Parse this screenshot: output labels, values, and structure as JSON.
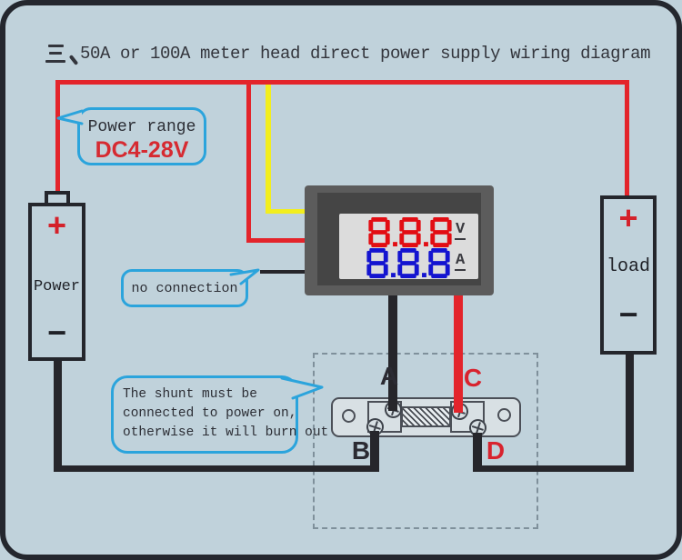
{
  "title": {
    "prefix": "三、",
    "text": "50A or 100A meter head direct power supply wiring diagram"
  },
  "callouts": {
    "power_range": {
      "label": "Power range",
      "value": "DC4-28V"
    },
    "no_connection": {
      "label": "no connection"
    },
    "shunt_warning": {
      "lines": [
        "The shunt must be",
        "connected to power on,",
        "otherwise it will burn out"
      ]
    }
  },
  "power_supply": {
    "label": "Power",
    "positive": "+",
    "negative": "−"
  },
  "load": {
    "label": "load",
    "positive": "+",
    "negative": "−"
  },
  "meter": {
    "voltage_reading": "8.8.8",
    "voltage_unit": "V",
    "current_reading": "8.8.8",
    "current_unit": "A"
  },
  "shunt": {
    "terminal_a": "A",
    "terminal_b": "B",
    "terminal_c": "C",
    "terminal_d": "D"
  },
  "colors": {
    "background": "#c0d2db",
    "frame_border": "#24272e",
    "wire_red": "#e3242b",
    "wire_yellow": "#f2ee1e",
    "wire_black": "#26262b",
    "callout_border": "#2ba4dc",
    "voltage_text_red": "#d62a31",
    "digit_red": "#e20d13",
    "digit_blue": "#1414d0",
    "terminal_label_dark": "#2b2b33",
    "terminal_label_red": "#d8232e"
  }
}
